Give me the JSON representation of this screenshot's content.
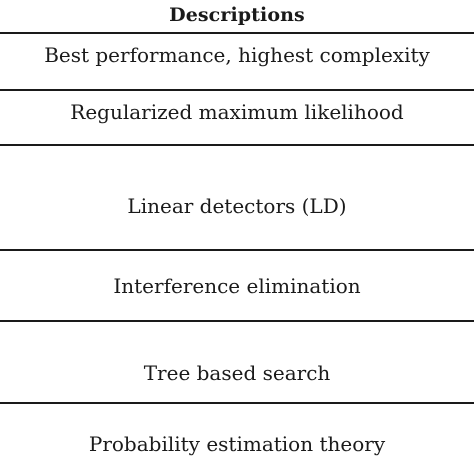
{
  "table": {
    "header": "Descriptions",
    "rows": [
      "Best performance, highest complexity",
      "Regularized maximum likelihood",
      "Linear detectors (LD)",
      "Interference elimination",
      "Tree based search",
      "Probability estimation theory"
    ]
  }
}
